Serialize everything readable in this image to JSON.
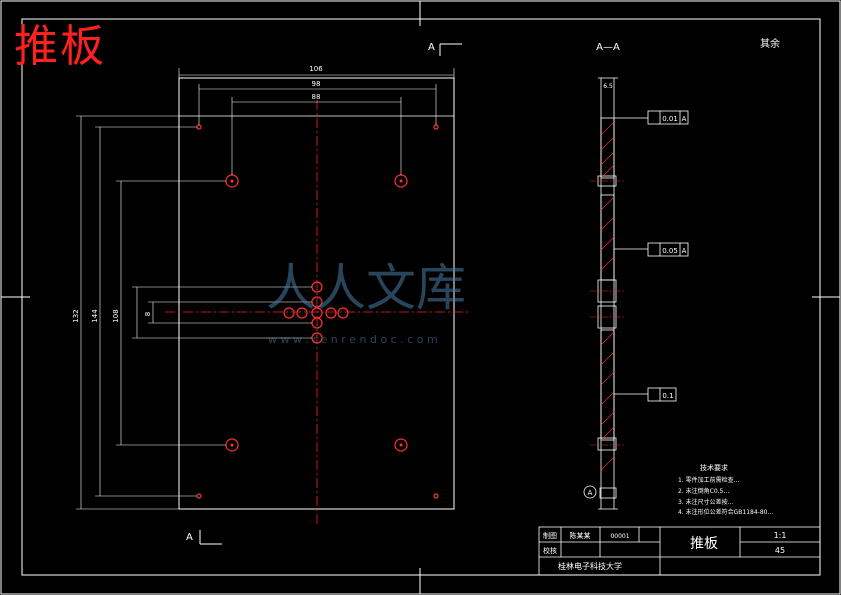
{
  "title": "推板",
  "section_marker": "A—A",
  "section_letter": "A",
  "roughness_note": "其余",
  "dimensions": {
    "overall_width": "106",
    "hole_span_outer": "98",
    "hole_span_inner": "88",
    "overall_height": "132",
    "height_144": "144",
    "height_108": "108",
    "small_dim": "8",
    "thickness": "6.5"
  },
  "tolerances": {
    "parallelism": "0.01",
    "perpendicularity": "0.05",
    "flatness": "0.1",
    "datum": "A"
  },
  "tech_requirements": {
    "heading": "技术要求",
    "items": [
      "1. 零件加工前需检查…",
      "2. 未注倒角C0.5…",
      "3. 未注尺寸公差按…",
      "4. 未注形位公差符合GB1184-80…"
    ]
  },
  "title_block": {
    "drawn_label": "制图",
    "drawn_name": "陈某某",
    "drawn_no": "00001",
    "check_label": "校核",
    "part_name": "推板",
    "scale": "1:1",
    "material": "45",
    "school": "桂林电子科技大学"
  },
  "watermark": {
    "text": "人人文库",
    "url": "w w w . r e n r e n d o c . c o m"
  },
  "colors": {
    "line": "#ffffff",
    "center": "#ff2020",
    "hole": "#ff3030",
    "dim": "#ffffff",
    "watermark": "#4a7fa8"
  }
}
